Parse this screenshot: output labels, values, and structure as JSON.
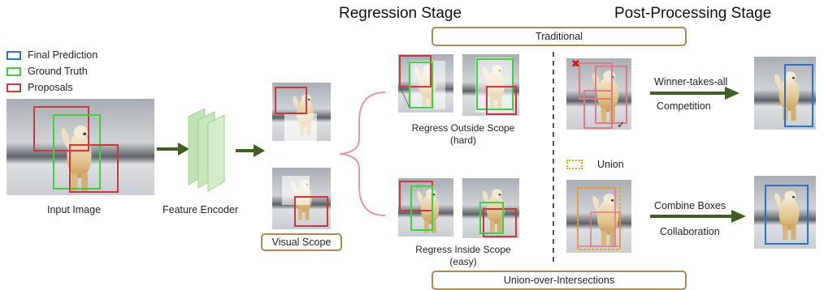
{
  "titles": {
    "regression": "Regression Stage",
    "post_processing": "Post-Processing Stage"
  },
  "legend": [
    {
      "label": "Final Prediction",
      "color": "#2f6fc4"
    },
    {
      "label": "Ground Truth",
      "color": "#3fcf3f"
    },
    {
      "label": "Proposals",
      "color": "#c8383f"
    }
  ],
  "labels": {
    "input_image": "Input Image",
    "feature_encoder": "Feature Encoder",
    "visual_scope": "Visual Scope",
    "regress_outside": "Regress Outside Scope",
    "regress_outside_note": "(hard)",
    "regress_inside": "Regress Inside Scope",
    "regress_inside_note": "(easy)",
    "traditional": "Traditional",
    "union_over_intersections": "Union-over-Intersections",
    "winner_takes_all": "Winner-takes-all",
    "competition": "Competition",
    "union": "Union",
    "combine_boxes": "Combine Boxes",
    "collaboration": "Collaboration"
  },
  "colors": {
    "arrow": "#3f5f24",
    "bracket": "#e39aa0",
    "label_border": "#a98b5a",
    "union": "#f0a41c"
  }
}
